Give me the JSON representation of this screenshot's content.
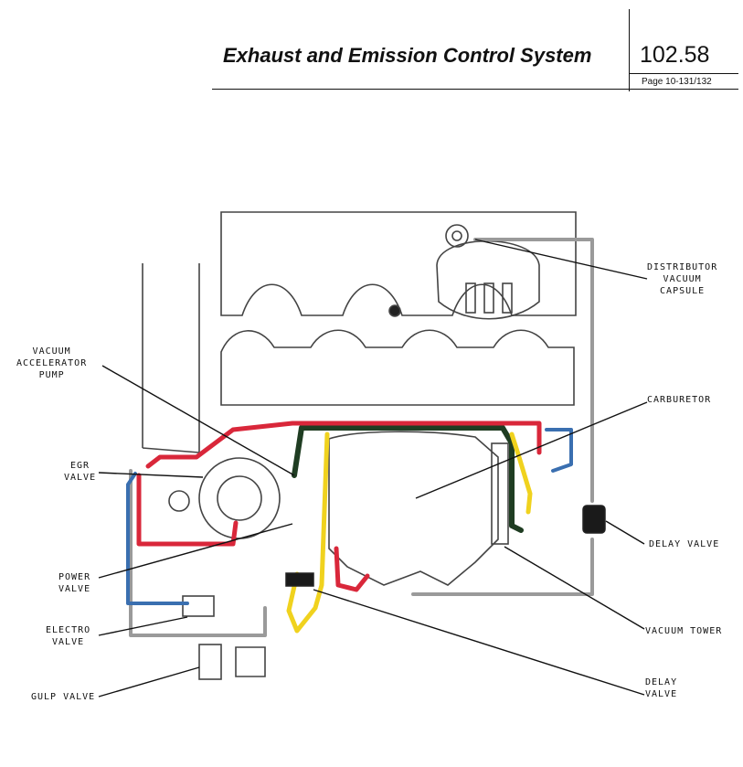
{
  "header": {
    "title": "Exhaust and Emission Control System",
    "section_number": "102.58",
    "page_ref": "Page 10-131/132"
  },
  "labels": {
    "distributor": "DISTRIBUTOR\nVACUUM\nCAPSULE",
    "vacuum_pump": "VACUUM\nACCELERATOR\nPUMP",
    "carburetor": "CARBURETOR",
    "egr_valve": "EGR\nVALVE",
    "delay_valve_right": "DELAY VALVE",
    "power_valve": "POWER\nVALVE",
    "electro_valve": "ELECTRO\nVALVE",
    "vacuum_tower": "VACUUM TOWER",
    "delay_valve_bottom": "DELAY\nVALVE",
    "gulp_valve": "GULP VALVE"
  },
  "colors": {
    "line_art": "#444444",
    "hose_red": "#d9273a",
    "hose_green": "#1f3d22",
    "hose_yellow": "#f0d21e",
    "hose_blue": "#3a6fb0",
    "hose_gray": "#9a9a9a"
  }
}
